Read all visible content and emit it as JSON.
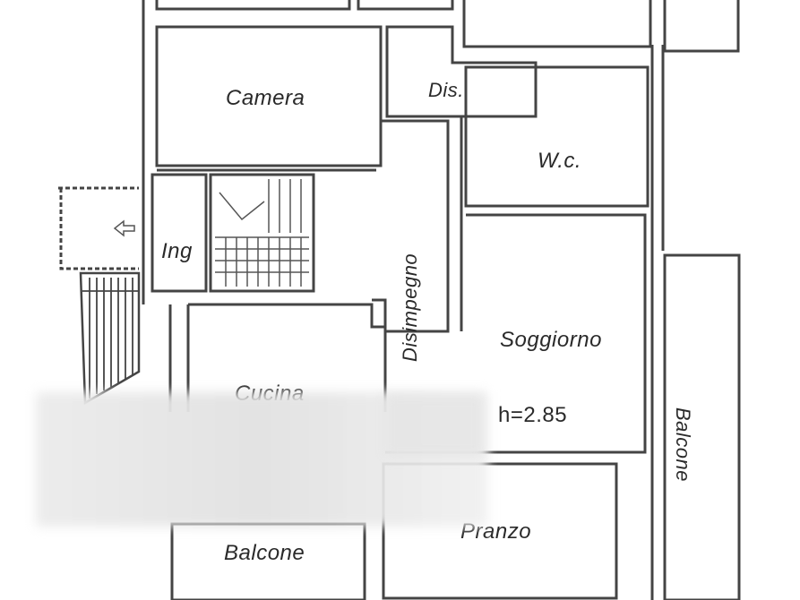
{
  "rooms": {
    "camera": "Camera",
    "dis": "Dis.",
    "wc": "W.c.",
    "ing": "Ing",
    "disimpegno": "Disimpegno",
    "soggiorno": "Soggiorno",
    "height": "h=2.85",
    "cucina": "Cucina",
    "balcone_bottom": "Balcone",
    "pranzo": "Pranzo",
    "balcone_right": "Balcone"
  }
}
